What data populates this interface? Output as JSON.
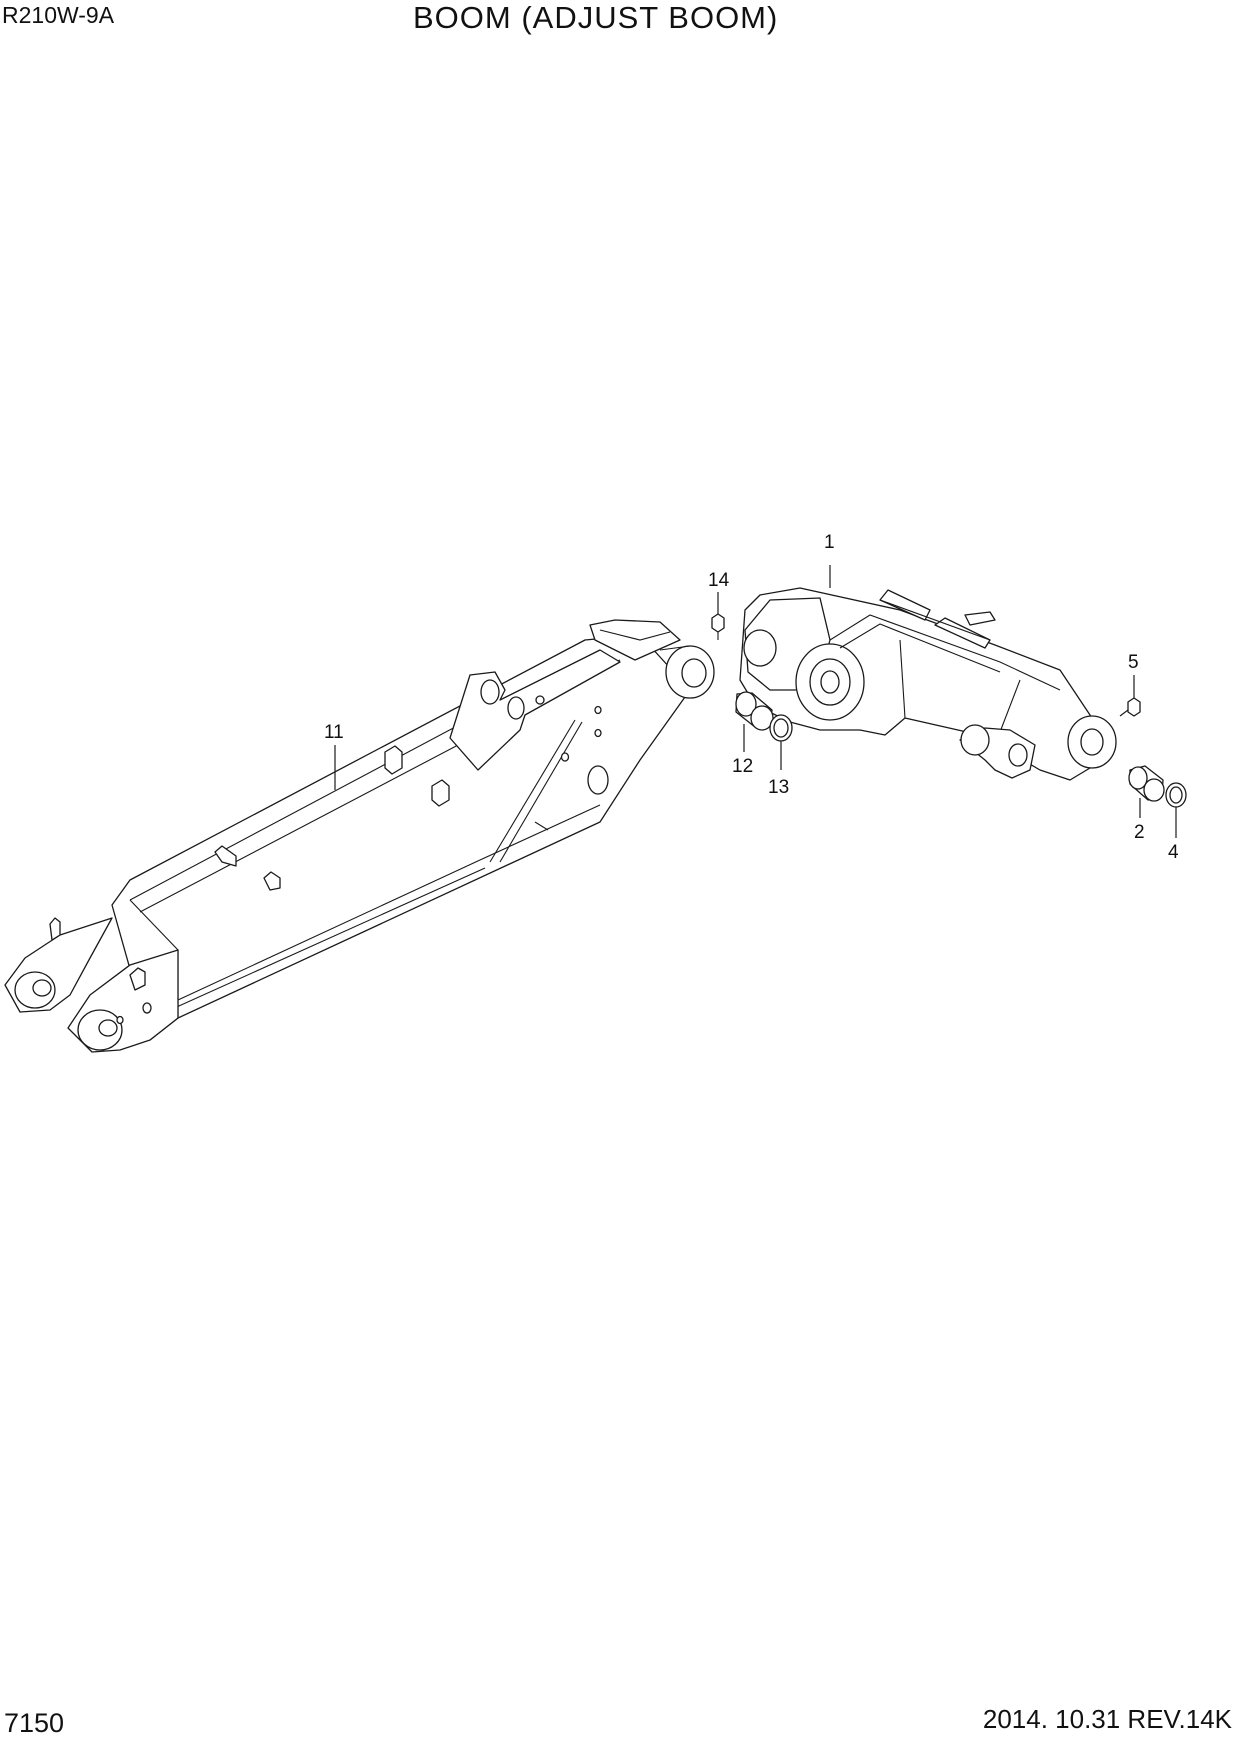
{
  "header": {
    "model": "R210W-9A",
    "title": "BOOM (ADJUST BOOM)"
  },
  "footer": {
    "page_number": "7150",
    "revision": "2014. 10.31  REV.14K"
  },
  "callouts": {
    "c1": "1",
    "c2": "2",
    "c4": "4",
    "c5": "5",
    "c11": "11",
    "c12": "12",
    "c13": "13",
    "c14": "14"
  }
}
